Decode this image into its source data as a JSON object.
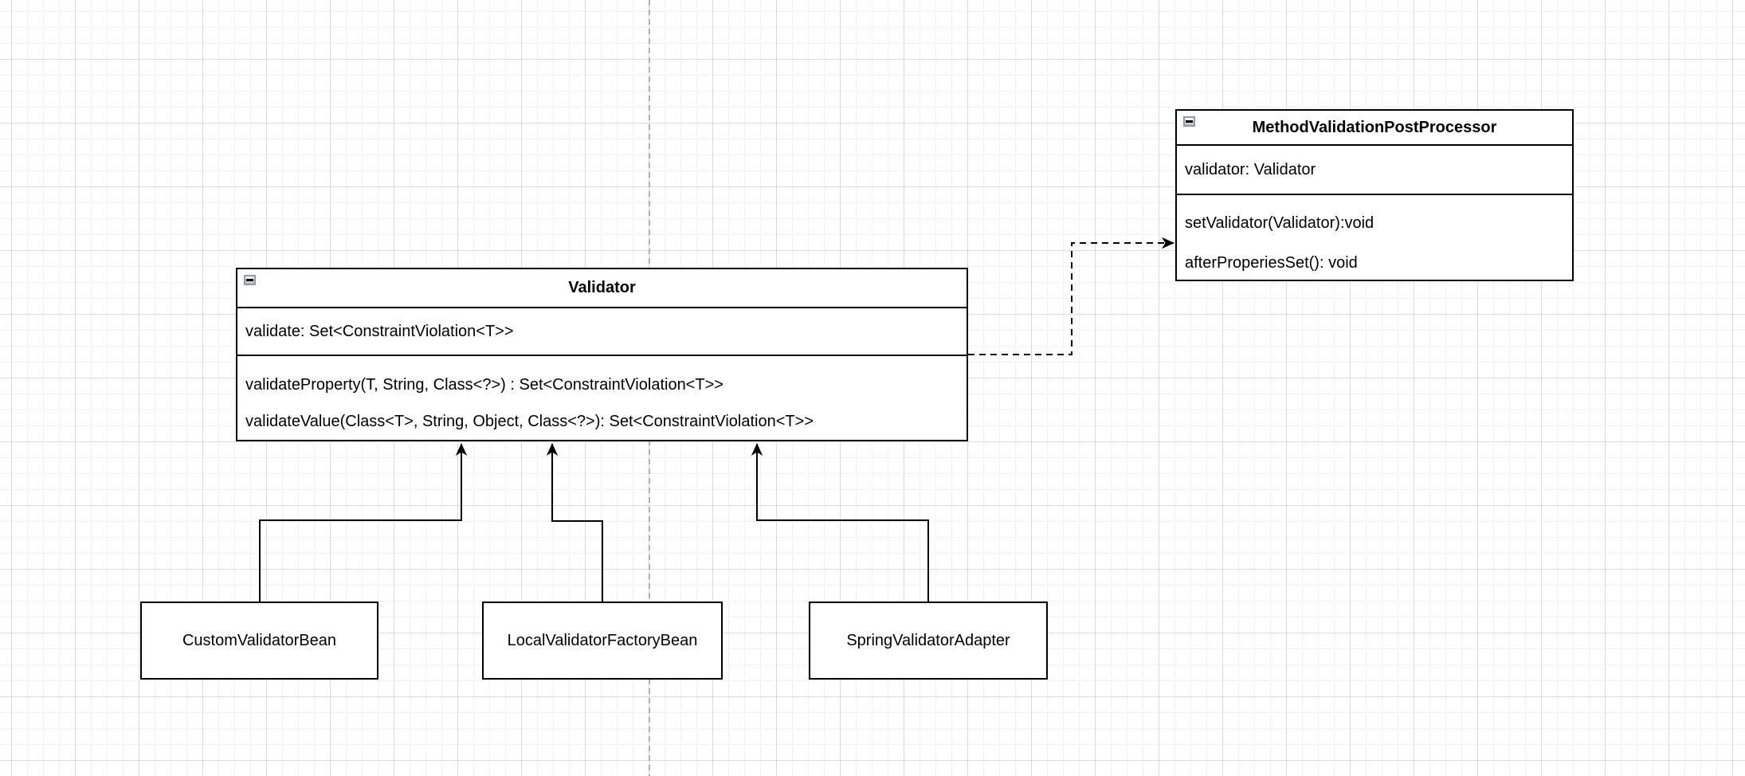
{
  "canvas": {
    "background_color": "#ffffff",
    "grid_minor_color": "#f2f2f2",
    "grid_major_color": "#d9d9d9",
    "page_divider_color": "#b0b0b0",
    "stroke_color": "#000000"
  },
  "icons": {
    "collapse": "minus-in-square"
  },
  "classes": {
    "validator": {
      "title": "Validator",
      "attributes": [
        "validate: Set<ConstraintViolation<T>>"
      ],
      "methods": [
        "validateProperty(T, String, Class<?>) : Set<ConstraintViolation<T>>",
        "validateValue(Class<T>, String, Object, Class<?>): Set<ConstraintViolation<T>>"
      ]
    },
    "post_processor": {
      "title": "MethodValidationPostProcessor",
      "attributes": [
        "validator: Validator"
      ],
      "methods": [
        "setValidator(Validator):void",
        "afterProperiesSet(): void"
      ]
    },
    "custom_validator_bean": {
      "title": "CustomValidatorBean"
    },
    "local_validator_factory_bean": {
      "title": "LocalValidatorFactoryBean"
    },
    "spring_validator_adapter": {
      "title": "SpringValidatorAdapter"
    }
  },
  "edges": [
    {
      "type": "solid-arrow",
      "from": "CustomValidatorBean",
      "to": "Validator"
    },
    {
      "type": "solid-arrow",
      "from": "LocalValidatorFactoryBean",
      "to": "Validator"
    },
    {
      "type": "solid-arrow",
      "from": "SpringValidatorAdapter",
      "to": "Validator"
    },
    {
      "type": "dashed-arrow",
      "from": "Validator",
      "to": "MethodValidationPostProcessor"
    }
  ]
}
